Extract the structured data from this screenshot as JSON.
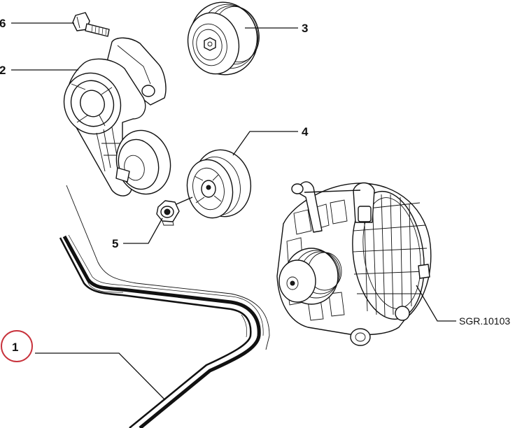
{
  "callouts": [
    {
      "id": "1",
      "text": "1",
      "highlighted": true
    },
    {
      "id": "2",
      "text": "2"
    },
    {
      "id": "3",
      "text": "3"
    },
    {
      "id": "4",
      "text": "4"
    },
    {
      "id": "5",
      "text": "5"
    },
    {
      "id": "6",
      "text": "6"
    }
  ],
  "drawing_code": "SGR.10103",
  "colors": {
    "line": "#111111",
    "highlight": "#c8323c",
    "background": "#ffffff"
  }
}
